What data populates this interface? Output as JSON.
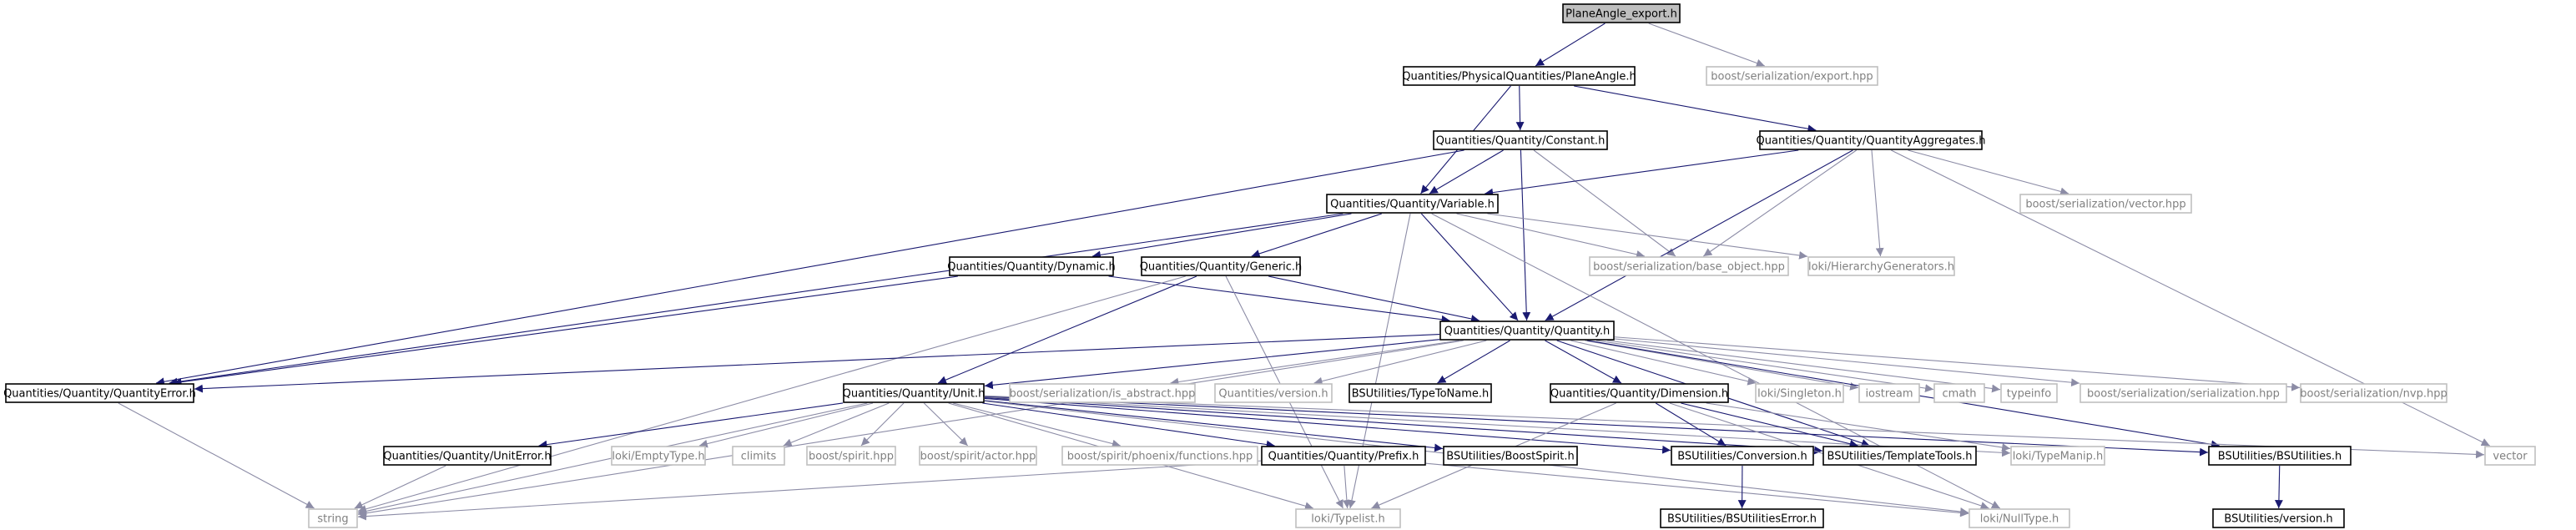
{
  "colors": {
    "edge": "#191970",
    "edge_ext": "#8c8ca6",
    "root_fill": "#bfbfbf",
    "project_border": "#000000",
    "external_border": "#bfbfbf",
    "external_text": "#808080"
  },
  "nodes": [
    {
      "id": "root",
      "label": "PlaneAngle_export.h",
      "kind": "root"
    },
    {
      "id": "planeangle",
      "label": "Quantities/PhysicalQuantities/PlaneAngle.h",
      "kind": "proj"
    },
    {
      "id": "boost_export",
      "label": "boost/serialization/export.hpp",
      "kind": "ext"
    },
    {
      "id": "constant",
      "label": "Quantities/Quantity/Constant.h",
      "kind": "proj"
    },
    {
      "id": "aggregates",
      "label": "Quantities/Quantity/QuantityAggregates.h",
      "kind": "proj"
    },
    {
      "id": "variable",
      "label": "Quantities/Quantity/Variable.h",
      "kind": "proj"
    },
    {
      "id": "boost_vector",
      "label": "boost/serialization/vector.hpp",
      "kind": "ext"
    },
    {
      "id": "dynamic",
      "label": "Quantities/Quantity/Dynamic.h",
      "kind": "proj"
    },
    {
      "id": "generic",
      "label": "Quantities/Quantity/Generic.h",
      "kind": "proj"
    },
    {
      "id": "base_object",
      "label": "boost/serialization/base_object.hpp",
      "kind": "ext"
    },
    {
      "id": "hiergen",
      "label": "loki/HierarchyGenerators.h",
      "kind": "ext"
    },
    {
      "id": "quantity",
      "label": "Quantities/Quantity/Quantity.h",
      "kind": "proj"
    },
    {
      "id": "qerror",
      "label": "Quantities/Quantity/QuantityError.h",
      "kind": "proj"
    },
    {
      "id": "unit",
      "label": "Quantities/Quantity/Unit.h",
      "kind": "proj"
    },
    {
      "id": "is_abstract",
      "label": "boost/serialization/is_abstract.hpp",
      "kind": "ext"
    },
    {
      "id": "qversion",
      "label": "Quantities/version.h",
      "kind": "ext"
    },
    {
      "id": "typetoname",
      "label": "BSUtilities/TypeToName.h",
      "kind": "proj"
    },
    {
      "id": "dimension",
      "label": "Quantities/Quantity/Dimension.h",
      "kind": "proj"
    },
    {
      "id": "singleton",
      "label": "loki/Singleton.h",
      "kind": "ext"
    },
    {
      "id": "iostream",
      "label": "iostream",
      "kind": "ext"
    },
    {
      "id": "cmath",
      "label": "cmath",
      "kind": "ext"
    },
    {
      "id": "typeinfo",
      "label": "typeinfo",
      "kind": "ext"
    },
    {
      "id": "serialization",
      "label": "boost/serialization/serialization.hpp",
      "kind": "ext"
    },
    {
      "id": "nvp",
      "label": "boost/serialization/nvp.hpp",
      "kind": "ext"
    },
    {
      "id": "uniterror",
      "label": "Quantities/Quantity/UnitError.h",
      "kind": "proj"
    },
    {
      "id": "emptytype",
      "label": "loki/EmptyType.h",
      "kind": "ext"
    },
    {
      "id": "climits",
      "label": "climits",
      "kind": "ext"
    },
    {
      "id": "spirit",
      "label": "boost/spirit.hpp",
      "kind": "ext"
    },
    {
      "id": "actor",
      "label": "boost/spirit/actor.hpp",
      "kind": "ext"
    },
    {
      "id": "phoenix",
      "label": "boost/spirit/phoenix/functions.hpp",
      "kind": "ext"
    },
    {
      "id": "prefix",
      "label": "Quantities/Quantity/Prefix.h",
      "kind": "proj"
    },
    {
      "id": "boostspirit",
      "label": "BSUtilities/BoostSpirit.h",
      "kind": "proj"
    },
    {
      "id": "conversion",
      "label": "BSUtilities/Conversion.h",
      "kind": "proj"
    },
    {
      "id": "templatetools",
      "label": "BSUtilities/TemplateTools.h",
      "kind": "proj"
    },
    {
      "id": "typemanip",
      "label": "loki/TypeManip.h",
      "kind": "ext"
    },
    {
      "id": "bsutilities",
      "label": "BSUtilities/BSUtilities.h",
      "kind": "proj"
    },
    {
      "id": "vector",
      "label": "vector",
      "kind": "ext"
    },
    {
      "id": "string",
      "label": "string",
      "kind": "ext"
    },
    {
      "id": "typelist",
      "label": "loki/Typelist.h",
      "kind": "ext"
    },
    {
      "id": "nulltype",
      "label": "loki/NullType.h",
      "kind": "ext"
    },
    {
      "id": "bserror",
      "label": "BSUtilities/BSUtilitiesError.h",
      "kind": "proj"
    },
    {
      "id": "bsversion",
      "label": "BSUtilities/version.h",
      "kind": "proj"
    }
  ],
  "edges": [
    [
      "root",
      "planeangle"
    ],
    [
      "root",
      "boost_export"
    ],
    [
      "planeangle",
      "constant"
    ],
    [
      "planeangle",
      "aggregates"
    ],
    [
      "planeangle",
      "variable"
    ],
    [
      "constant",
      "variable"
    ],
    [
      "constant",
      "qerror"
    ],
    [
      "constant",
      "base_object"
    ],
    [
      "constant",
      "quantity"
    ],
    [
      "aggregates",
      "variable"
    ],
    [
      "aggregates",
      "boost_vector"
    ],
    [
      "aggregates",
      "base_object"
    ],
    [
      "aggregates",
      "hiergen"
    ],
    [
      "aggregates",
      "quantity"
    ],
    [
      "aggregates",
      "vector"
    ],
    [
      "variable",
      "dynamic"
    ],
    [
      "variable",
      "generic"
    ],
    [
      "variable",
      "base_object"
    ],
    [
      "variable",
      "hiergen"
    ],
    [
      "variable",
      "quantity"
    ],
    [
      "variable",
      "qerror"
    ],
    [
      "variable",
      "typelist"
    ],
    [
      "variable",
      "nulltype"
    ],
    [
      "dynamic",
      "quantity"
    ],
    [
      "dynamic",
      "qerror"
    ],
    [
      "generic",
      "quantity"
    ],
    [
      "generic",
      "unit"
    ],
    [
      "generic",
      "string"
    ],
    [
      "generic",
      "typelist"
    ],
    [
      "quantity",
      "qerror"
    ],
    [
      "quantity",
      "unit"
    ],
    [
      "quantity",
      "is_abstract"
    ],
    [
      "quantity",
      "qversion"
    ],
    [
      "quantity",
      "typetoname"
    ],
    [
      "quantity",
      "dimension"
    ],
    [
      "quantity",
      "singleton"
    ],
    [
      "quantity",
      "iostream"
    ],
    [
      "quantity",
      "cmath"
    ],
    [
      "quantity",
      "typeinfo"
    ],
    [
      "quantity",
      "serialization"
    ],
    [
      "quantity",
      "nvp"
    ],
    [
      "quantity",
      "bsutilities"
    ],
    [
      "quantity",
      "string"
    ],
    [
      "quantity",
      "templatetools"
    ],
    [
      "qerror",
      "string"
    ],
    [
      "unit",
      "uniterror"
    ],
    [
      "unit",
      "emptytype"
    ],
    [
      "unit",
      "climits"
    ],
    [
      "unit",
      "spirit"
    ],
    [
      "unit",
      "actor"
    ],
    [
      "unit",
      "phoenix"
    ],
    [
      "unit",
      "prefix"
    ],
    [
      "unit",
      "boostspirit"
    ],
    [
      "unit",
      "conversion"
    ],
    [
      "unit",
      "templatetools"
    ],
    [
      "unit",
      "typemanip"
    ],
    [
      "unit",
      "bsutilities"
    ],
    [
      "unit",
      "vector"
    ],
    [
      "unit",
      "string"
    ],
    [
      "unit",
      "typelist"
    ],
    [
      "unit",
      "nulltype"
    ],
    [
      "dimension",
      "conversion"
    ],
    [
      "dimension",
      "templatetools"
    ],
    [
      "dimension",
      "typemanip"
    ],
    [
      "dimension",
      "typelist"
    ],
    [
      "dimension",
      "nulltype"
    ],
    [
      "uniterror",
      "string"
    ],
    [
      "prefix",
      "string"
    ],
    [
      "prefix",
      "typelist"
    ],
    [
      "prefix",
      "nulltype"
    ],
    [
      "conversion",
      "bserror"
    ],
    [
      "bsutilities",
      "bsversion"
    ]
  ]
}
